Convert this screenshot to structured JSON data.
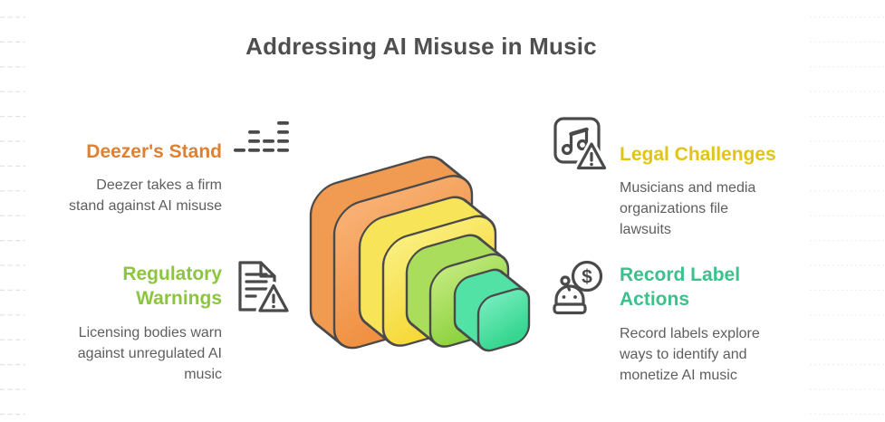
{
  "title": "Addressing AI Misuse in Music",
  "palette": {
    "title_text": "#4F4F4F",
    "body_text": "#5E5E5E",
    "background": "#FFFFFF",
    "ruled_line_left": "#E2E2E2",
    "ruled_line_right": "#EFEFEF"
  },
  "sections": {
    "deezers_stand": {
      "heading": "Deezer's Stand",
      "description": "Deezer takes a firm stand against AI misuse",
      "heading_color": "#DE8133",
      "icon": "equalizer-icon"
    },
    "legal_challenges": {
      "heading": "Legal Challenges",
      "description": "Musicians and media organizations file lawsuits",
      "heading_color": "#E2C418",
      "icon": "music-note-warning-icon"
    },
    "regulatory_warnings": {
      "heading": "Regulatory Warnings",
      "description": "Licensing bodies warn against unregulated AI music",
      "heading_color": "#8CC63F",
      "icon": "document-warning-icon"
    },
    "record_label_actions": {
      "heading": "Record Label Actions",
      "description": "Record labels explore ways to identify and monetize AI music",
      "heading_color": "#3CC08C",
      "icon": "robot-dollar-icon"
    }
  },
  "icons": {
    "stroke": "#4A4A4A",
    "dollar_glyph": "$"
  },
  "graphic": {
    "outline": "#4A4A4A",
    "slabs": [
      {
        "name": "orange",
        "light": "#F9B377",
        "deep": "#EF8E3E",
        "side": "#F09A52"
      },
      {
        "name": "yellow",
        "light": "#FAF083",
        "deep": "#F6D835",
        "side": "#F7E459"
      },
      {
        "name": "green",
        "light": "#C5EB80",
        "deep": "#8CD23F",
        "side": "#AADD5C"
      },
      {
        "name": "teal",
        "light": "#79EEC0",
        "deep": "#36D690",
        "side": "#52E2A6"
      }
    ]
  }
}
